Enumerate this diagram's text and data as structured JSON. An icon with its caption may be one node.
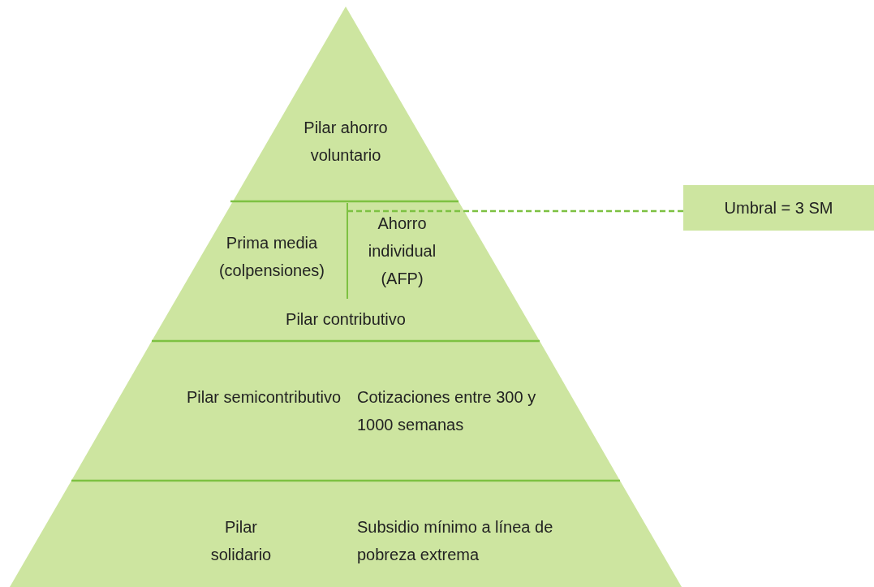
{
  "diagram": {
    "nodes": [
      {
        "text": [
          "Pilar ahorro voluntario"
        ]
      },
      {
        "text": [
          "Pilar contributivo"
        ]
      },
      {
        "text": [
          "Prima media (colpensiones)"
        ],
        "in": 1
      },
      {
        "text": [
          "Ahorro individual (AFP)"
        ],
        "in": 1
      },
      {
        "text": [
          "Pilar semicontributivo",
          "Cotizaciones entre 300 y 1000 semanas"
        ]
      },
      {
        "text": [
          "Pilar solidario",
          "Subsidio mínimo a línea de pobreza extrema"
        ]
      },
      {
        "text": [
          "Umbral = 3 SM"
        ]
      }
    ],
    "edges": [
      {
        "from": 3,
        "to": 6,
        "arrow": "none",
        "style": "dashed"
      }
    ]
  }
}
